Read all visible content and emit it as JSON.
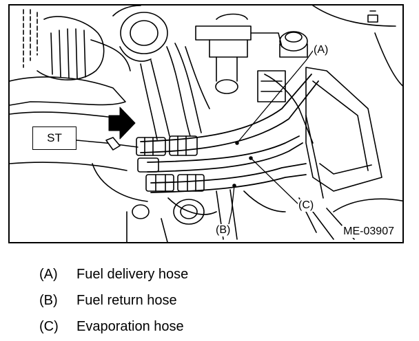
{
  "figure": {
    "tool_label": "ST",
    "callouts": {
      "a": "(A)",
      "b": "(B)",
      "c": "(C)"
    },
    "figure_code": "ME-03907"
  },
  "legend": [
    {
      "key": "(A)",
      "text": "Fuel delivery hose"
    },
    {
      "key": "(B)",
      "text": "Fuel return hose"
    },
    {
      "key": "(C)",
      "text": "Evaporation hose"
    }
  ]
}
